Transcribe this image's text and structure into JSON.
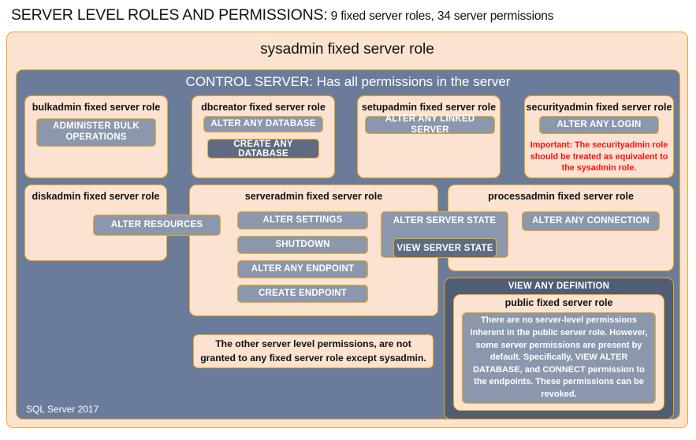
{
  "title": {
    "strong": "SERVER LEVEL ROLES AND PERMISSIONS:",
    "sub": " 9 fixed server roles, 34 server permissions"
  },
  "sysadmin": {
    "label": "sysadmin  fixed  server  role"
  },
  "control_server": {
    "label": "CONTROL SERVER: Has all permissions in the server"
  },
  "roles": {
    "bulkadmin": {
      "label": "bulkadmin  fixed server role",
      "permissions": [
        "ADMINISTER  BULK OPERATIONS"
      ]
    },
    "dbcreator": {
      "label": "dbcreator fixed server role",
      "permissions": [
        "ALTER ANY DATABASE",
        "CREATE  ANY DATABASE"
      ]
    },
    "setupadmin": {
      "label": "setupadmin fixed server role",
      "permissions": [
        "ALTER ANY LINKED SERVER"
      ]
    },
    "securityadmin": {
      "label": "securityadmin  fixed server role",
      "permissions": [
        "ALTER ANY LOGIN"
      ],
      "note": "Important:  The securityadmin role should  be treated as equivalent to the  sysadmin role."
    },
    "diskadmin": {
      "label": "diskadmin  fixed server role",
      "permissions": [
        "ALTER RESOURCES"
      ]
    },
    "serveradmin": {
      "label": "serveradmin fixed server role",
      "permissions": [
        "ALTER SETTINGS",
        "SHUTDOWN",
        "ALTER ANY ENDPOINT",
        "CREATE  ENDPOINT",
        "ALTER SERVER  STATE",
        "VIEW SERVER  STATE"
      ]
    },
    "processadmin": {
      "label": "processadmin  fixed server role",
      "permissions": [
        "ALTER ANY CONNECTION"
      ]
    },
    "public": {
      "view_any_definition": "VIEW ANY DEFINITION",
      "label": "public  fixed server role",
      "description": "There are no server-level permissions inherent in the public server role. However, some server permissions are present by default. Specifically, VIEW ALTER DATABASE, and CONNECT permission to the endpoints. These permissions can be revoked."
    }
  },
  "notes": {
    "other_permissions": "The other server level permissions,  are not granted to any fixed server role except sysadmin."
  },
  "footer": {
    "version": "SQL Server 2017"
  },
  "colors": {
    "peach_fill": "#fbe2d1",
    "gold_border": "#f0a818",
    "slate_fill": "#6b7c9b",
    "permission_fill": "#8b97ad",
    "permission_dark_fill": "#5f6b80",
    "dark_slate_fill": "#4f5d75",
    "red_note": "#fb1111"
  }
}
